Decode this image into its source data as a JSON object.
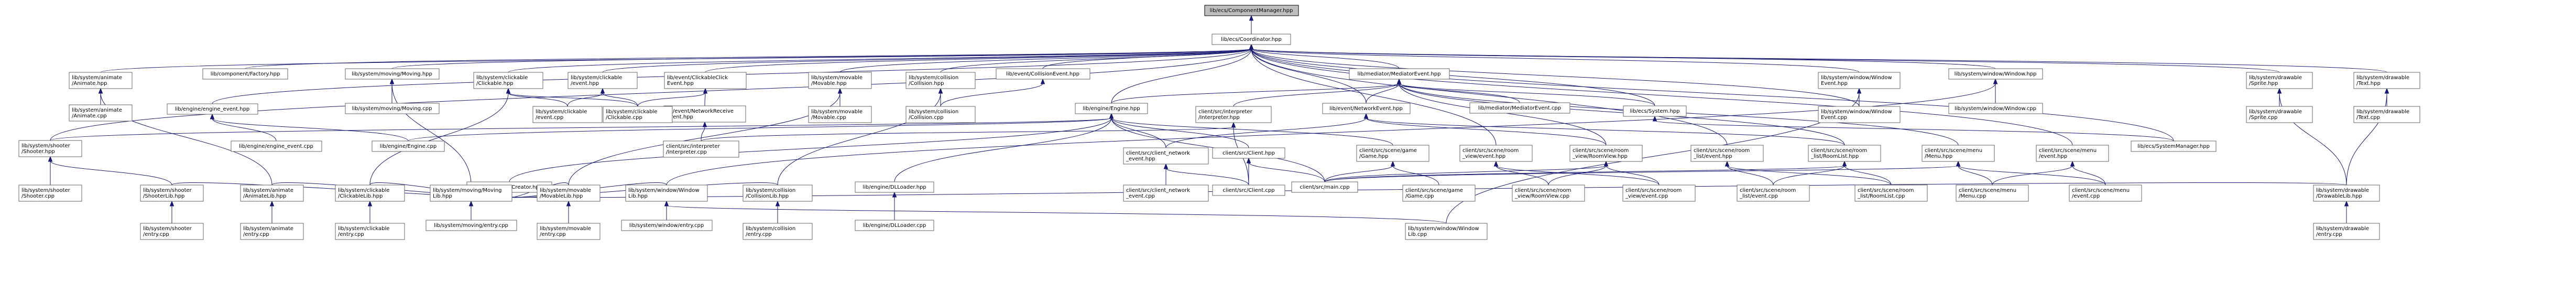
{
  "diagram": {
    "type": "include-dependency-graph",
    "colors": {
      "edge": "#191970",
      "root_fill": "#bfbfbf",
      "node_border": "#666666",
      "background": "#ffffff"
    },
    "nodes": [
      {
        "id": "n_root",
        "label": [
          "lib/ecs/ComponentManager.hpp"
        ],
        "root": true
      },
      {
        "id": "n_coord",
        "label": [
          "lib/ecs/Coordinator.hpp"
        ]
      },
      {
        "id": "n_anim_hpp",
        "label": [
          "lib/system/animate",
          "/Animate.hpp"
        ]
      },
      {
        "id": "n_compfact",
        "label": [
          "lib/component/Factory.hpp"
        ]
      },
      {
        "id": "n_moving_hpp",
        "label": [
          "lib/system/moving/Moving.hpp"
        ]
      },
      {
        "id": "n_click_hpp",
        "label": [
          "lib/system/clickable",
          "/Clickable.hpp"
        ]
      },
      {
        "id": "n_clickev_hpp",
        "label": [
          "lib/system/clickable",
          "/event.hpp"
        ]
      },
      {
        "id": "n_evclick",
        "label": [
          "lib/event/ClickableClick",
          "Event.hpp"
        ]
      },
      {
        "id": "n_movable_hpp",
        "label": [
          "lib/system/movable",
          "/Movable.hpp"
        ]
      },
      {
        "id": "n_coll_hpp",
        "label": [
          "lib/system/collision",
          "/Collision.hpp"
        ]
      },
      {
        "id": "n_evcoll",
        "label": [
          "lib/event/CollisionEvent.hpp"
        ]
      },
      {
        "id": "n_medev_hpp",
        "label": [
          "lib/mediator/MediatorEvent.hpp"
        ]
      },
      {
        "id": "n_winev_hpp",
        "label": [
          "lib/system/window/Window",
          "Event.hpp"
        ]
      },
      {
        "id": "n_win_hpp",
        "label": [
          "lib/system/window/Window.hpp"
        ]
      },
      {
        "id": "n_draw_sprite",
        "label": [
          "lib/system/drawable",
          "/Sprite.hpp"
        ]
      },
      {
        "id": "n_draw_text",
        "label": [
          "lib/system/drawable",
          "/Text.hpp"
        ]
      },
      {
        "id": "n_anim_cpp",
        "label": [
          "lib/system/animate",
          "/Animate.cpp"
        ]
      },
      {
        "id": "n_engev_hpp",
        "label": [
          "lib/engine/engine_event.hpp"
        ]
      },
      {
        "id": "n_moving_cpp",
        "label": [
          "lib/system/moving/Moving.cpp"
        ]
      },
      {
        "id": "n_evnetrecv",
        "label": [
          "lib/event/NetworkReceive",
          "Event.hpp"
        ]
      },
      {
        "id": "n_movable_cpp",
        "label": [
          "lib/system/movable",
          "/Movable.cpp"
        ]
      },
      {
        "id": "n_coll_cpp",
        "label": [
          "lib/system/collision",
          "/Collision.cpp"
        ]
      },
      {
        "id": "n_engine_hpp",
        "label": [
          "lib/engine/Engine.hpp"
        ]
      },
      {
        "id": "n_interp_hpp",
        "label": [
          "client/src/interpreter",
          "/Interpreter.hpp"
        ]
      },
      {
        "id": "n_evnet",
        "label": [
          "lib/event/NetworkEvent.hpp"
        ]
      },
      {
        "id": "n_medev_cpp",
        "label": [
          "lib/mediator/MediatorEvent.cpp"
        ]
      },
      {
        "id": "n_system_hpp",
        "label": [
          "lib/ecs/System.hpp"
        ]
      },
      {
        "id": "n_winev_cpp",
        "label": [
          "lib/system/window/Window",
          "Event.cpp"
        ]
      },
      {
        "id": "n_win_cpp",
        "label": [
          "lib/system/window/Window.cpp"
        ]
      },
      {
        "id": "n_sprite_cpp",
        "label": [
          "lib/system/drawable",
          "/Sprite.cpp"
        ]
      },
      {
        "id": "n_text_cpp",
        "label": [
          "lib/system/drawable",
          "/Text.cpp"
        ]
      },
      {
        "id": "n_click_ev_cpp",
        "label": [
          "lib/system/clickable",
          "/event.cpp"
        ]
      },
      {
        "id": "n_click_cpp",
        "label": [
          "lib/system/clickable",
          "/Clickable.cpp"
        ]
      },
      {
        "id": "n_shooter_hpp",
        "label": [
          "lib/system/shooter",
          "/Shooter.hpp"
        ]
      },
      {
        "id": "n_engev_cpp",
        "label": [
          "lib/engine/engine_event.cpp"
        ]
      },
      {
        "id": "n_engine_cpp",
        "label": [
          "lib/engine/Engine.cpp"
        ]
      },
      {
        "id": "n_interp_cpp",
        "label": [
          "client/src/interpreter",
          "/Interpreter.cpp"
        ]
      },
      {
        "id": "n_cnetev_hpp",
        "label": [
          "client/src/client_network",
          "_event.hpp"
        ]
      },
      {
        "id": "n_client_hpp",
        "label": [
          "client/src/Client.hpp"
        ]
      },
      {
        "id": "n_game_hpp",
        "label": [
          "client/src/scene/game",
          "/Game.hpp"
        ]
      },
      {
        "id": "n_roomev_hpp",
        "label": [
          "client/src/scene/room",
          "_view/event.hpp"
        ]
      },
      {
        "id": "n_roomview_hpp",
        "label": [
          "client/src/scene/room",
          "_view/RoomView.hpp"
        ]
      },
      {
        "id": "n_rlistev_hpp",
        "label": [
          "client/src/scene/room",
          "_list/event.hpp"
        ]
      },
      {
        "id": "n_rlist_hpp",
        "label": [
          "client/src/scene/room",
          "_list/RoomList.hpp"
        ]
      },
      {
        "id": "n_menu_hpp",
        "label": [
          "client/src/scene/menu",
          "/Menu.hpp"
        ]
      },
      {
        "id": "n_menuev_hpp",
        "label": [
          "client/src/scene/menu",
          "/event.hpp"
        ]
      },
      {
        "id": "n_sysmgr",
        "label": [
          "lib/ecs/SystemManager.hpp"
        ]
      },
      {
        "id": "n_shooter_cpp",
        "label": [
          "lib/system/shooter",
          "/Shooter.cpp"
        ]
      },
      {
        "id": "n_shooterlib",
        "label": [
          "lib/system/shooter",
          "/ShooterLib.hpp"
        ]
      },
      {
        "id": "n_liblib",
        "label": [
          "lib/engine/LibCreator.hpp"
        ]
      },
      {
        "id": "n_animlib",
        "label": [
          "lib/system/animate",
          "/AnimateLib.hpp"
        ]
      },
      {
        "id": "n_clicklib",
        "label": [
          "lib/system/clickable",
          "/ClickableLib.hpp"
        ]
      },
      {
        "id": "n_movinglib",
        "label": [
          "lib/system/moving/Moving",
          "Lib.hpp"
        ]
      },
      {
        "id": "n_movablelib",
        "label": [
          "lib/system/movable",
          "/MovableLib.hpp"
        ]
      },
      {
        "id": "n_winlib",
        "label": [
          "lib/system/window/Window",
          "Lib.hpp"
        ]
      },
      {
        "id": "n_colllib",
        "label": [
          "lib/system/collision",
          "/CollisionLib.hpp"
        ]
      },
      {
        "id": "n_dlloader",
        "label": [
          "lib/engine/DLLoader.hpp"
        ]
      },
      {
        "id": "n_cnetev_cpp",
        "label": [
          "client/src/client_network",
          "_event.cpp"
        ]
      },
      {
        "id": "n_client_cpp",
        "label": [
          "client/src/Client.cpp"
        ]
      },
      {
        "id": "n_main_cpp",
        "label": [
          "client/src/main.cpp"
        ]
      },
      {
        "id": "n_game_cpp",
        "label": [
          "client/src/scene/game",
          "/Game.cpp"
        ]
      },
      {
        "id": "n_roomview_cpp",
        "label": [
          "client/src/scene/room",
          "_view/RoomView.cpp"
        ]
      },
      {
        "id": "n_roomev_cpp",
        "label": [
          "client/src/scene/room",
          "_view/event.cpp"
        ]
      },
      {
        "id": "n_rlistev_cpp",
        "label": [
          "client/src/scene/room",
          "_list/event.cpp"
        ]
      },
      {
        "id": "n_rlist_cpp",
        "label": [
          "client/src/scene/room",
          "_list/RoomList.cpp"
        ]
      },
      {
        "id": "n_menu_cpp",
        "label": [
          "client/src/scene/menu",
          "/Menu.cpp"
        ]
      },
      {
        "id": "n_menuev_cpp",
        "label": [
          "client/src/scene/menu",
          "/event.cpp"
        ]
      },
      {
        "id": "n_drawlib",
        "label": [
          "lib/system/drawable",
          "/DrawableLib.hpp"
        ]
      },
      {
        "id": "n_shooter_entry",
        "label": [
          "lib/system/shooter",
          "/entry.cpp"
        ]
      },
      {
        "id": "n_anim_entry",
        "label": [
          "lib/system/animate",
          "/entry.cpp"
        ]
      },
      {
        "id": "n_click_entry",
        "label": [
          "lib/system/clickable",
          "/entry.cpp"
        ]
      },
      {
        "id": "n_moving_entry",
        "label": [
          "lib/system/moving/entry.cpp"
        ]
      },
      {
        "id": "n_movable_entry",
        "label": [
          "lib/system/movable",
          "/entry.cpp"
        ]
      },
      {
        "id": "n_win_entry",
        "label": [
          "lib/system/window/entry.cpp"
        ]
      },
      {
        "id": "n_coll_entry",
        "label": [
          "lib/system/collision",
          "/entry.cpp"
        ]
      },
      {
        "id": "n_dlloader_cpp",
        "label": [
          "lib/engine/DLLoader.cpp"
        ]
      },
      {
        "id": "n_winlib2",
        "label": [
          "lib/system/window/Window",
          "Lib.cpp"
        ]
      },
      {
        "id": "n_draw_entry",
        "label": [
          "lib/system/drawable",
          "/entry.cpp"
        ]
      }
    ],
    "edges": [
      [
        "n_coord",
        "n_root"
      ],
      [
        "n_anim_hpp",
        "n_coord"
      ],
      [
        "n_compfact",
        "n_coord"
      ],
      [
        "n_moving_hpp",
        "n_coord"
      ],
      [
        "n_click_hpp",
        "n_coord"
      ],
      [
        "n_clickev_hpp",
        "n_coord"
      ],
      [
        "n_evclick",
        "n_coord"
      ],
      [
        "n_movable_hpp",
        "n_coord"
      ],
      [
        "n_coll_hpp",
        "n_coord"
      ],
      [
        "n_evcoll",
        "n_coord"
      ],
      [
        "n_medev_hpp",
        "n_coord"
      ],
      [
        "n_winev_hpp",
        "n_coord"
      ],
      [
        "n_win_hpp",
        "n_coord"
      ],
      [
        "n_draw_sprite",
        "n_coord"
      ],
      [
        "n_draw_text",
        "n_coord"
      ],
      [
        "n_engev_hpp",
        "n_coord"
      ],
      [
        "n_engine_hpp",
        "n_coord"
      ],
      [
        "n_evnet",
        "n_coord"
      ],
      [
        "n_system_hpp",
        "n_coord"
      ],
      [
        "n_sysmgr",
        "n_coord"
      ],
      [
        "n_shooter_hpp",
        "n_coord"
      ],
      [
        "n_roomev_hpp",
        "n_coord"
      ],
      [
        "n_rlistev_hpp",
        "n_coord"
      ],
      [
        "n_menuev_hpp",
        "n_coord"
      ],
      [
        "n_winev_cpp",
        "n_coord"
      ],
      [
        "n_anim_cpp",
        "n_anim_hpp"
      ],
      [
        "n_animlib",
        "n_anim_hpp"
      ],
      [
        "n_moving_cpp",
        "n_moving_hpp"
      ],
      [
        "n_movinglib",
        "n_moving_hpp"
      ],
      [
        "n_click_ev_cpp",
        "n_click_hpp"
      ],
      [
        "n_click_cpp",
        "n_click_hpp"
      ],
      [
        "n_clicklib",
        "n_click_hpp"
      ],
      [
        "n_click_ev_cpp",
        "n_clickev_hpp"
      ],
      [
        "n_click_cpp",
        "n_clickev_hpp"
      ],
      [
        "n_evnetrecv",
        "n_evclick"
      ],
      [
        "n_click_cpp",
        "n_evclick"
      ],
      [
        "n_movable_cpp",
        "n_movable_hpp"
      ],
      [
        "n_movablelib",
        "n_movable_hpp"
      ],
      [
        "n_coll_cpp",
        "n_coll_hpp"
      ],
      [
        "n_colllib",
        "n_coll_hpp"
      ],
      [
        "n_coll_cpp",
        "n_evcoll"
      ],
      [
        "n_engine_hpp",
        "n_medev_hpp"
      ],
      [
        "n_interp_hpp",
        "n_medev_hpp"
      ],
      [
        "n_evnet",
        "n_medev_hpp"
      ],
      [
        "n_medev_cpp",
        "n_medev_hpp"
      ],
      [
        "n_system_hpp",
        "n_medev_hpp"
      ],
      [
        "n_roomview_hpp",
        "n_medev_hpp"
      ],
      [
        "n_rlist_hpp",
        "n_medev_hpp"
      ],
      [
        "n_menu_hpp",
        "n_medev_hpp"
      ],
      [
        "n_winev_cpp",
        "n_winev_hpp"
      ],
      [
        "n_winlib2",
        "n_winev_hpp"
      ],
      [
        "n_win_cpp",
        "n_win_hpp"
      ],
      [
        "n_winlib",
        "n_win_hpp"
      ],
      [
        "n_sprite_cpp",
        "n_draw_sprite"
      ],
      [
        "n_drawlib",
        "n_draw_sprite"
      ],
      [
        "n_text_cpp",
        "n_draw_text"
      ],
      [
        "n_drawlib",
        "n_draw_text"
      ],
      [
        "n_engev_cpp",
        "n_engev_hpp"
      ],
      [
        "n_engine_cpp",
        "n_engev_hpp"
      ],
      [
        "n_interp_cpp",
        "n_evnetrecv"
      ],
      [
        "n_sysmgr",
        "n_system_hpp"
      ],
      [
        "n_engine_cpp",
        "n_engine_hpp"
      ],
      [
        "n_liblib",
        "n_engine_hpp"
      ],
      [
        "n_dlloader",
        "n_engine_hpp"
      ],
      [
        "n_cnetev_hpp",
        "n_engine_hpp"
      ],
      [
        "n_client_hpp",
        "n_engine_hpp"
      ],
      [
        "n_game_hpp",
        "n_engine_hpp"
      ],
      [
        "n_main_cpp",
        "n_engine_hpp"
      ],
      [
        "n_shooter_hpp",
        "n_engine_hpp"
      ],
      [
        "n_interp_cpp",
        "n_interp_hpp"
      ],
      [
        "n_client_cpp",
        "n_interp_hpp"
      ],
      [
        "n_cnetev_hpp",
        "n_evnet"
      ],
      [
        "n_rlist_hpp",
        "n_evnet"
      ],
      [
        "n_roomview_hpp",
        "n_evnet"
      ],
      [
        "n_shooter_cpp",
        "n_shooter_hpp"
      ],
      [
        "n_shooterlib",
        "n_shooter_hpp"
      ],
      [
        "n_cnetev_cpp",
        "n_cnetev_hpp"
      ],
      [
        "n_client_cpp",
        "n_cnetev_hpp"
      ],
      [
        "n_client_cpp",
        "n_client_hpp"
      ],
      [
        "n_main_cpp",
        "n_client_hpp"
      ],
      [
        "n_game_cpp",
        "n_game_hpp"
      ],
      [
        "n_main_cpp",
        "n_game_hpp"
      ],
      [
        "n_roomview_cpp",
        "n_roomev_hpp"
      ],
      [
        "n_roomev_cpp",
        "n_roomev_hpp"
      ],
      [
        "n_roomview_cpp",
        "n_roomview_hpp"
      ],
      [
        "n_roomev_cpp",
        "n_roomview_hpp"
      ],
      [
        "n_main_cpp",
        "n_roomview_hpp"
      ],
      [
        "n_rlistev_cpp",
        "n_rlistev_hpp"
      ],
      [
        "n_rlist_cpp",
        "n_rlistev_hpp"
      ],
      [
        "n_rlistev_cpp",
        "n_rlist_hpp"
      ],
      [
        "n_rlist_cpp",
        "n_rlist_hpp"
      ],
      [
        "n_main_cpp",
        "n_rlist_hpp"
      ],
      [
        "n_menu_cpp",
        "n_menu_hpp"
      ],
      [
        "n_menuev_cpp",
        "n_menu_hpp"
      ],
      [
        "n_main_cpp",
        "n_menu_hpp"
      ],
      [
        "n_menu_cpp",
        "n_menuev_hpp"
      ],
      [
        "n_menuev_cpp",
        "n_menuev_hpp"
      ],
      [
        "n_shooterlib",
        "n_liblib"
      ],
      [
        "n_animlib",
        "n_liblib"
      ],
      [
        "n_clicklib",
        "n_liblib"
      ],
      [
        "n_movinglib",
        "n_liblib"
      ],
      [
        "n_movablelib",
        "n_liblib"
      ],
      [
        "n_winlib",
        "n_liblib"
      ],
      [
        "n_colllib",
        "n_liblib"
      ],
      [
        "n_drawlib",
        "n_liblib"
      ],
      [
        "n_dlloader_cpp",
        "n_dlloader"
      ],
      [
        "n_shooter_entry",
        "n_shooterlib"
      ],
      [
        "n_anim_entry",
        "n_animlib"
      ],
      [
        "n_click_entry",
        "n_clicklib"
      ],
      [
        "n_moving_entry",
        "n_movinglib"
      ],
      [
        "n_movable_entry",
        "n_movablelib"
      ],
      [
        "n_win_entry",
        "n_winlib"
      ],
      [
        "n_coll_entry",
        "n_colllib"
      ],
      [
        "n_draw_entry",
        "n_drawlib"
      ],
      [
        "n_winlib2",
        "n_winlib"
      ]
    ]
  }
}
